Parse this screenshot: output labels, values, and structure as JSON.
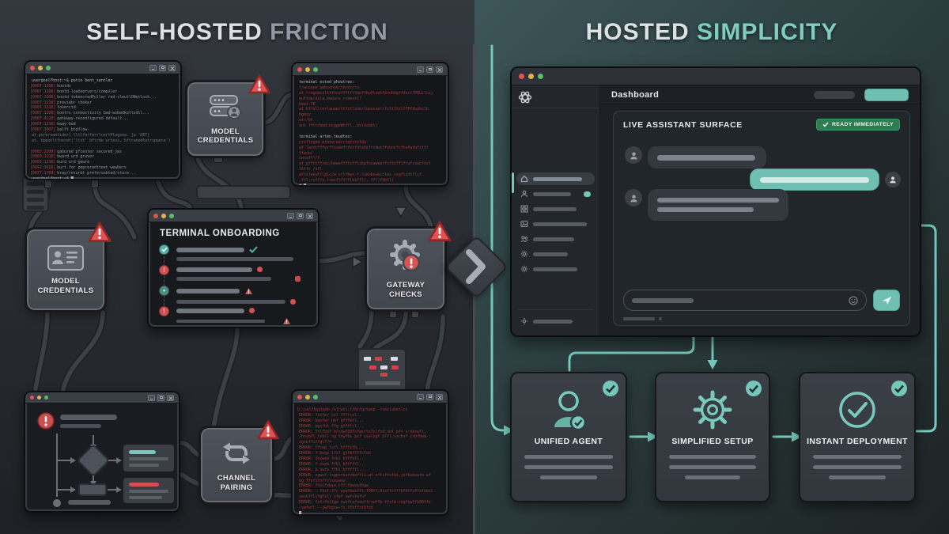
{
  "colors": {
    "teal": "#74c7ba",
    "red": "#d65252",
    "badge_green": "#2e7d52",
    "accent_gray": "#9299a3"
  },
  "left": {
    "title_main": "SELF-HOSTED",
    "title_accent": "FRICTION",
    "onboarding_title": "TERMINAL ONBOARDING",
    "box_model_credentials_top": "MODEL CREDENTIALS",
    "box_model_credentials_left": "MODEL CREDENTIALS",
    "box_gateway_checks": "GATEWAY CHECKS",
    "box_channel_pairing": "CHANNEL PAIRING",
    "terminal_a": {
      "lines": [
        {
          "text": "user@selfhost:~$ putin bent_sentler",
          "color": "lt"
        },
        {
          "tag": "[0007:1208]",
          "text": "bootds"
        },
        {
          "tag": "[0007:1208]",
          "text": "bootd loadservers/compiler"
        },
        {
          "tag": "[0007:1208]",
          "text": "bootd tokencredPuller red-sleutlONetlock..."
        },
        {
          "tag": "[0007:1218]",
          "text": "provider cheker"
        },
        {
          "tag": "[0007:1318]",
          "text": "tokerctd"
        },
        {
          "tag": "[0007:1208]",
          "text": "bootrs connectivity bad-wsbedkottsdll..."
        },
        {
          "tag": "[0007:4218]",
          "text": "gateway-reconfigured default..."
        },
        {
          "tag": "[0007:1238]",
          "text": "bway bed"
        },
        {
          "tag": "[0007:3007]",
          "text": "balft btdflow-"
        },
        {
          "text": "   at porernantider( lltlferferrlcertPlugsea, [a 'GET)",
          "color": "dim"
        },
        {
          "text": "   at. bpputltfneret('ltst' bftrde urtess, bftranedtetrsppece')",
          "color": "dim"
        },
        {
          "text": " ",
          "color": "dim"
        },
        {
          "tag": "[0002:2208]",
          "text": "gabured pfiester secured_jws"
        },
        {
          "tag": "[0003:1218]",
          "text": "bward urd gruver"
        },
        {
          "tag": "[0001:1238]",
          "text": "burd urd gewre"
        },
        {
          "tag": "[0041:3028]",
          "text": "burt for pepreredtteet wewbers"
        },
        {
          "tag": "[0077:1708]",
          "text": "bray/returbt prefersebted/sture..."
        },
        {
          "text": "user@selfhost:~$ █",
          "color": "lt"
        }
      ]
    },
    "terminal_b": {
      "lines": [
        {
          "text": "terminal ested phoutres:",
          "color": "lt"
        },
        {
          "text": "traceque webconnecterecrts-",
          "color": "red"
        },
        {
          "text": "  at rrogcesslttftceffftfttbeftbuftcetfernbbgtfdsc(?PELLlcs)",
          "color": "red"
        },
        {
          "text": "euftde/dsla.bedure rceeztl?",
          "color": "red"
        },
        {
          "text": "  bewt-78",
          "color": "red"
        },
        {
          "text": "  at bffellrerlauwerttfcflsbertunssserrfsftftslf7Pfdusbclb",
          "color": "red"
        },
        {
          "text": "bgasy",
          "color": "red"
        },
        {
          "text": "  wsr/bt",
          "color": "red"
        },
        {
          "text": "  aut ffttrbed:bcggeWtffl,.bslvsbbt)",
          "color": "red"
        },
        {
          "text": " ",
          "color": "red"
        },
        {
          "text": "terminal arten teudtes:",
          "color": "lt"
        },
        {
          "text": "crsffcged prbtoreerrtefrsvfdu-",
          "color": "red"
        },
        {
          "text": "  af lavntffferftsueeftfeffdlsbsftsbwtffsbncfcftefwsbfsl1t",
          "color": "red"
        },
        {
          "text": "ffwcb/",
          "color": "red"
        },
        {
          "text": "  cwsaff!/f",
          "color": "red"
        },
        {
          "text": "  af gffttffrec/beweffftcfflsbpfssaweerfsftcfflfrufsswcfcsl",
          "color": "red"
        },
        {
          "text": "lbffs  /sfl",
          "color": "red"
        },
        {
          "text": "  aftsleswtfl@lc/w crlfbws-f.lskbbswbcclas ssgftsdtflsf.",
          "color": "red"
        },
        {
          "text": " ,ftl:rsffre.lswsftffrflbsffl), ffl)fbbfl)",
          "color": "red"
        },
        {
          "text": "# █",
          "color": "lt"
        }
      ]
    },
    "terminal_c": {
      "lines": [
        {
          "tag": "D:\\selfhosted>",
          "text": "/sfrwtl:tfbtfgrtwsp -rseclsbsrlcs",
          "color": "red"
        },
        {
          "text": "ERROR: fscfer csl fffrssl..",
          "color": "red"
        },
        {
          "text": "ERROR: bgsfer bbf gfffbfl...",
          "color": "red"
        },
        {
          "text": "ERROR: bgsfbt ffg gffffcl...",
          "color": "red"
        },
        {
          "text": "ERROR: fslfbsf brsswfbbfsfwsrtsfslfsd:sbt pff c-sbswfl,",
          "color": "red"
        },
        {
          "text": "/bsvbfl.tsbtl sg tswfbs psf cswlsgf bffl.sscbsf csbfbww-:",
          "color": "red"
        },
        {
          "text": "sgsbffiffglf?=",
          "color": "red"
        },
        {
          "text": "ERROR: tfswp lsfl bfffsfb...",
          "color": "red"
        },
        {
          "text": "ERROR: f bwsp ifsl glfbffffcfsb",
          "color": "red"
        },
        {
          "text": "ERROR: ftcwsb fsbl bfffbfl...",
          "color": "red"
        },
        {
          "text": "ERROR: f cwsb ffbl bfffffl...",
          "color": "red"
        },
        {
          "text": "ERROR: b swfb ffbl bfffffl...",
          "color": "red"
        },
        {
          "text": "ERROR: sgwsf:lsgpsfssfcbsffls.wf sffsffsfbs,jsfbsbswfp wf",
          "color": "red"
        },
        {
          "text": "bg ffsfifsffslswswsw",
          "color": "red"
        },
        {
          "text": "ERROR: fsslfsbsw cff:fbwswfbgw",
          "color": "red"
        },
        {
          "text": "ERROR: : fbsf:ffr wswfbwsffl:f00ff,0ssffsfffbfbffsffsfbbsl",
          "color": "red"
        },
        {
          "text": "swsbffl(fgfsl) sfwf swfsfwfsf",
          "color": "red"
        },
        {
          "text": "ERROR: fsfrfblfgw swsftsfswsffrswffb-ffsfw-csgfcwffb00ffs",
          "color": "red"
        },
        {
          "text": "-swfwfl --jwfbgsw-fs.sfbffssbfcb",
          "color": "red"
        },
        {
          "text": "█",
          "color": "lt"
        }
      ]
    }
  },
  "right": {
    "title_main": "HOSTED",
    "title_accent": "SIMPLICITY",
    "dashboard": {
      "nav_title": "Dashboard",
      "panel_title": "LIVE ASSISTANT SURFACE",
      "status_badge": "READY IMMEDIATELY"
    },
    "cards": [
      {
        "label": "UNIFIED AGENT"
      },
      {
        "label": "SIMPLIFIED SETUP"
      },
      {
        "label": "INSTANT DEPLOYMENT"
      }
    ]
  }
}
